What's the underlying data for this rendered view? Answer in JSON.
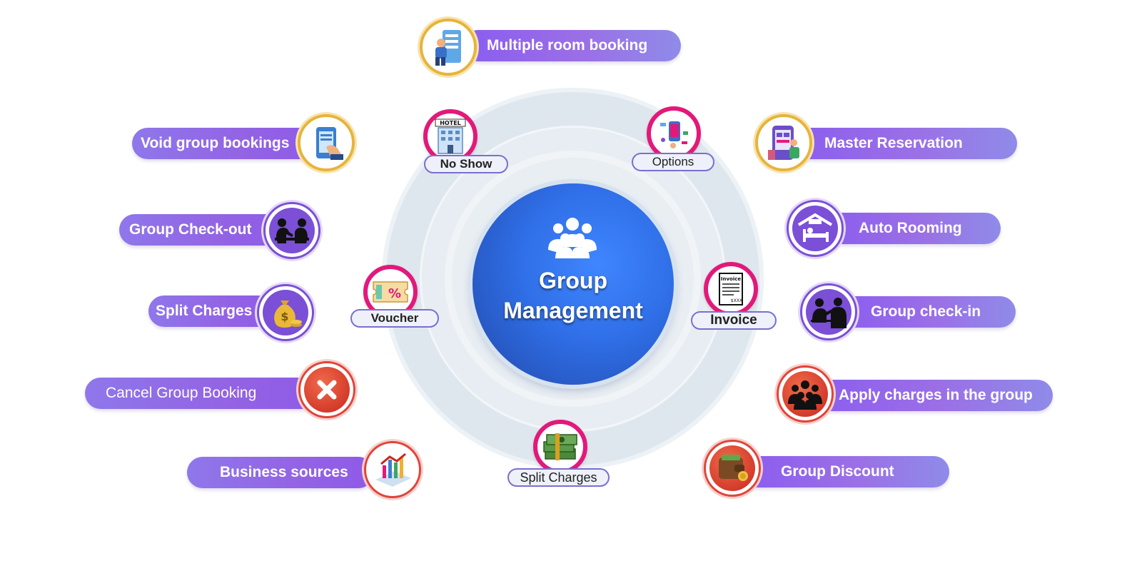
{
  "center": {
    "title_line1": "Group",
    "title_line2": "Management",
    "icon": "group-people-icon"
  },
  "features": [
    {
      "label": "Multiple room booking",
      "icon": "room-booking-icon"
    },
    {
      "label": "Void group bookings",
      "icon": "void-booking-icon"
    },
    {
      "label": "Master Reservation",
      "icon": "master-reservation-icon"
    },
    {
      "label": "Group Check-out",
      "icon": "check-out-icon"
    },
    {
      "label": "Auto Rooming",
      "icon": "hotel-bed-icon"
    },
    {
      "label": "Split Charges",
      "icon": "money-bag-icon"
    },
    {
      "label": "Group check-in",
      "icon": "check-in-icon"
    },
    {
      "label": "Cancel Group Booking",
      "icon": "cancel-x-icon"
    },
    {
      "label": "Apply charges  in the group",
      "icon": "group-charges-icon"
    },
    {
      "label": "Business sources",
      "icon": "business-chart-icon"
    },
    {
      "label": "Group Discount",
      "icon": "wallet-icon"
    }
  ],
  "inner_items": [
    {
      "label": "No Show",
      "icon": "hotel-building-icon"
    },
    {
      "label": "Options",
      "icon": "options-phone-icon"
    },
    {
      "label": "Voucher",
      "icon": "voucher-ticket-icon"
    },
    {
      "label": "Invoice",
      "icon": "invoice-document-icon"
    },
    {
      "label": "Split Charges",
      "icon": "cash-stack-icon"
    }
  ]
}
